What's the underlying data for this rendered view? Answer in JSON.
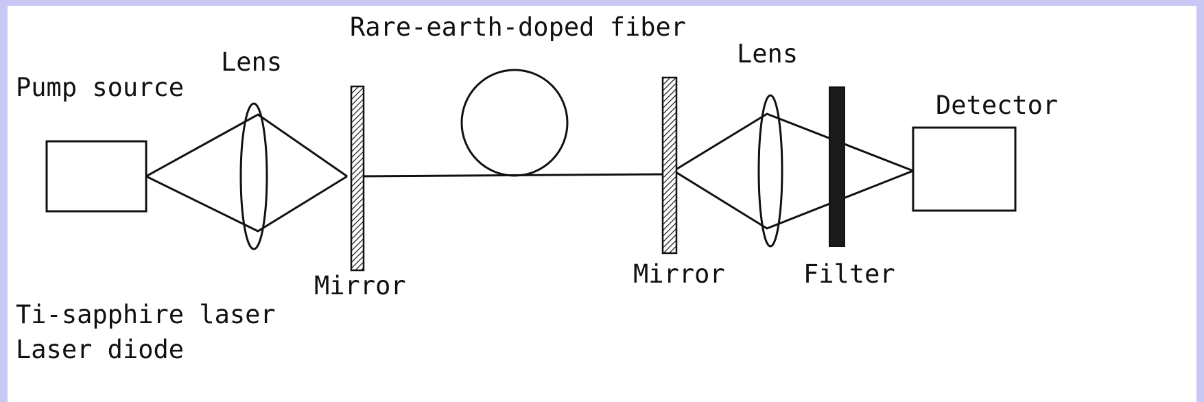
{
  "diagram": {
    "labels": {
      "pump_source": "Pump source",
      "lens_left": "Lens",
      "fiber": "Rare-earth-doped fiber",
      "lens_right": "Lens",
      "detector": "Detector",
      "mirror_left": "Mirror",
      "mirror_right": "Mirror",
      "filter": "Filter",
      "ti_sapphire": "Ti-sapphire laser",
      "laser_diode": "Laser diode"
    },
    "colors": {
      "background_frame": "#c9c8f4",
      "canvas": "#ffffff",
      "ink": "#111111"
    }
  }
}
